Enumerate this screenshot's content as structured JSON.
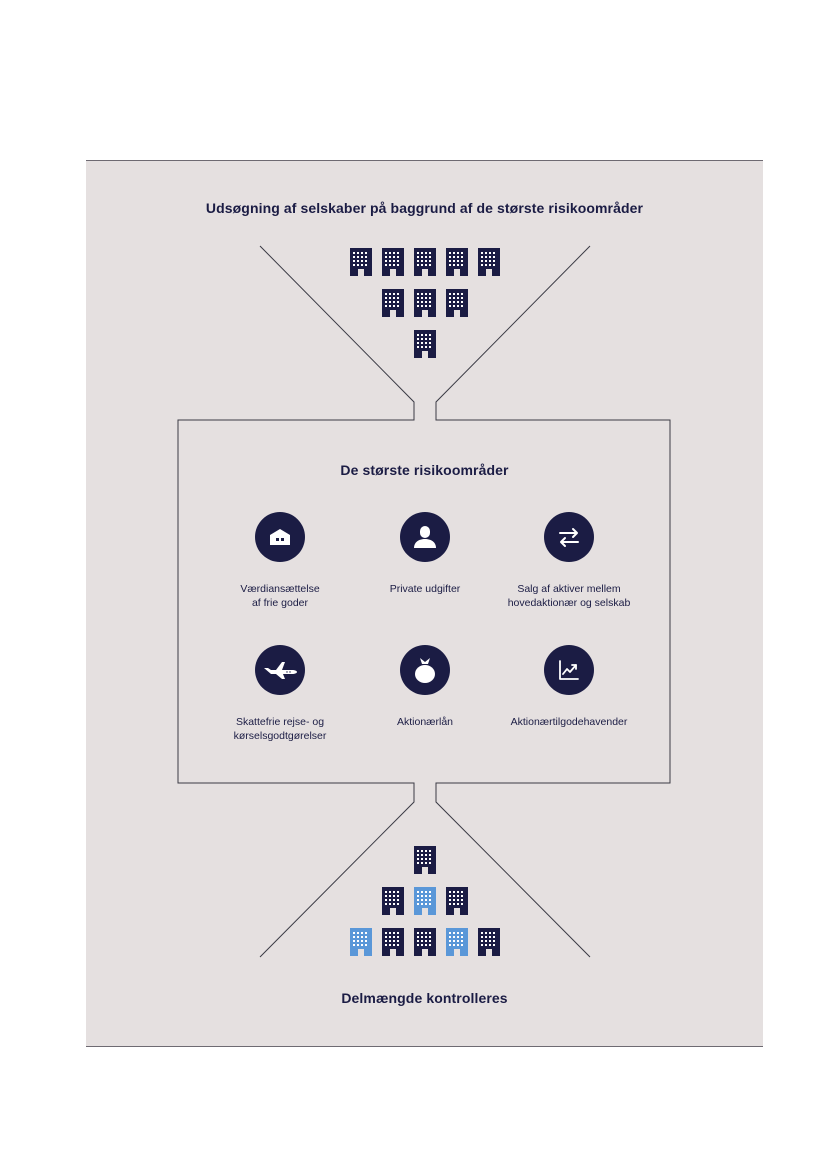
{
  "diagram": {
    "top_title": "Udsøgning af selskaber på baggrund af de største risikoområder",
    "center_title": "De største risikoområder",
    "bottom_title": "Delmængde kontrolleres",
    "colors": {
      "primary": "#1b1c44",
      "highlight": "#5a97d8",
      "background": "#e5e0e0",
      "line": "#3a3a44"
    },
    "risk_areas": [
      {
        "label": "Værdiansættelse\naf frie goder",
        "icon": "house-icon"
      },
      {
        "label": "Private udgifter",
        "icon": "person-icon"
      },
      {
        "label": "Salg af aktiver mellem\nhovedaktionær og selskab",
        "icon": "arrows-exchange-icon"
      },
      {
        "label": "Skattefrie rejse- og\nkørselsgodtgørelser",
        "icon": "airplane-icon"
      },
      {
        "label": "Aktionærlån",
        "icon": "money-bag-icon"
      },
      {
        "label": "Aktionærtilgodehavender",
        "icon": "chart-trend-icon"
      }
    ],
    "top_buildings": {
      "count": 9,
      "highlighted": 0
    },
    "bottom_buildings": {
      "count": 9,
      "highlighted": 3
    }
  }
}
